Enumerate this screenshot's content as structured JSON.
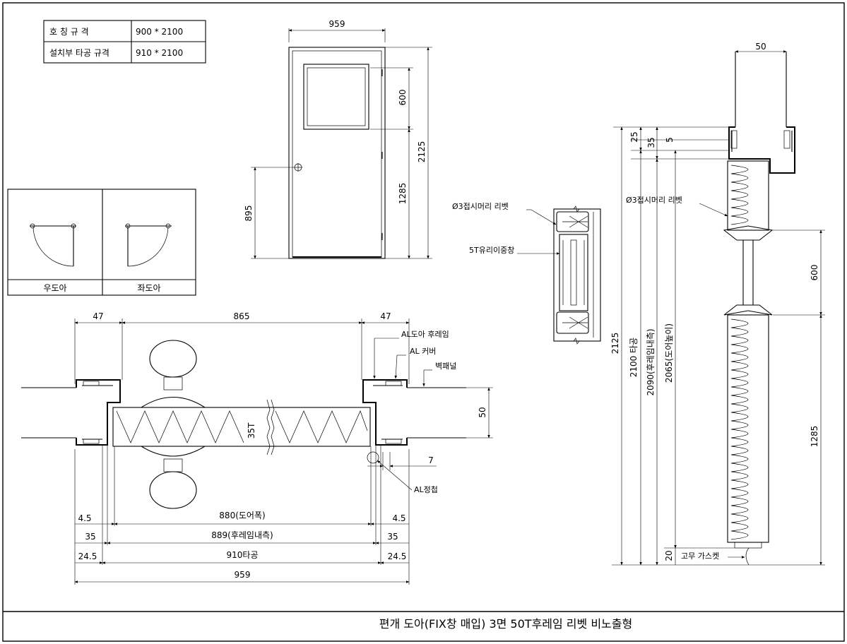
{
  "spec_table": {
    "rows": [
      {
        "label": "호 칭 규 격",
        "value": "900 * 2100"
      },
      {
        "label": "설치부 타공 규격",
        "value": "910 * 2100"
      }
    ]
  },
  "swing_legend": {
    "right_label": "우도아",
    "left_label": "좌도아"
  },
  "elevation": {
    "width_dim": "959",
    "window_height_dim": "600",
    "lower_dim": "1285",
    "total_height_dim": "2125",
    "handle_height_dim": "895"
  },
  "fix_window_detail": {
    "rivet_label": "Ø3접시머리 리벳",
    "glass_label": "5T유리이중창"
  },
  "plan_section": {
    "top_dims": [
      "47",
      "865",
      "47"
    ],
    "labels": {
      "frame": "AL도아 후레임",
      "cover": "AL 커버",
      "wall": "벽패널",
      "hinge": "AL정첩",
      "thickness": "35T"
    },
    "wall_dim": "50",
    "gap_dim": "7",
    "bottom_rows": [
      {
        "left": "4.5",
        "center": "880(도어폭)",
        "right": "4.5"
      },
      {
        "left": "35",
        "center": "889(후레임내측)",
        "right": "35"
      },
      {
        "left": "24.5",
        "center": "910타공",
        "right": "24.5"
      },
      {
        "left": "",
        "center": "959",
        "right": ""
      }
    ]
  },
  "vertical_section": {
    "top_dim": "50",
    "head_dims": [
      "25",
      "35",
      "5"
    ],
    "rivet_label": "Ø3접시머리 리벳",
    "vertical_dims": [
      "2125",
      "2100 타공",
      "2090(후레임내측)",
      "2065(도어높이)"
    ],
    "window_dim": "600",
    "lower_dim": "1285",
    "bottom_gap_dim": "20",
    "gasket_label": "고무 가스켓"
  },
  "title_block": {
    "title": "편개 도아(FIX창 매입) 3면 50T후레임 리벳 비노출형"
  }
}
